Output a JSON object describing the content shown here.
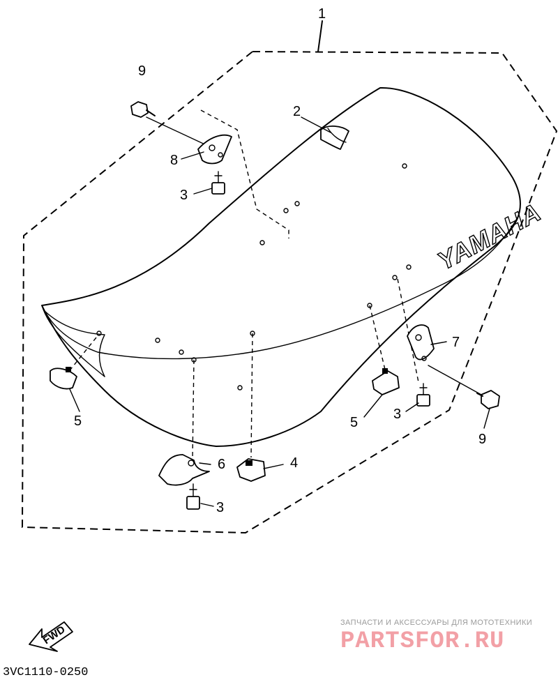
{
  "diagram": {
    "callouts": [
      {
        "id": "c1",
        "label": "1"
      },
      {
        "id": "c2",
        "label": "2"
      },
      {
        "id": "c3a",
        "label": "3"
      },
      {
        "id": "c3b",
        "label": "3"
      },
      {
        "id": "c3c",
        "label": "3"
      },
      {
        "id": "c4",
        "label": "4"
      },
      {
        "id": "c5a",
        "label": "5"
      },
      {
        "id": "c5b",
        "label": "5"
      },
      {
        "id": "c6",
        "label": "6"
      },
      {
        "id": "c7",
        "label": "7"
      },
      {
        "id": "c8",
        "label": "8"
      },
      {
        "id": "c9a",
        "label": "9"
      },
      {
        "id": "c9b",
        "label": "9"
      }
    ],
    "seat_brand": "YAMAHA",
    "direction_label": "FWD",
    "drawing_code": "3VC1110-0250"
  },
  "watermark": {
    "tagline": "ЗАПЧАСТИ И АКСЕССУАРЫ ДЛЯ МОТОТЕХНИКИ",
    "site": "PARTSFOR.RU",
    "color": "#f2a0a6"
  },
  "icons": [
    "hex-bolt-icon",
    "nut-icon",
    "bracket-icon",
    "fwd-arrow-icon"
  ]
}
